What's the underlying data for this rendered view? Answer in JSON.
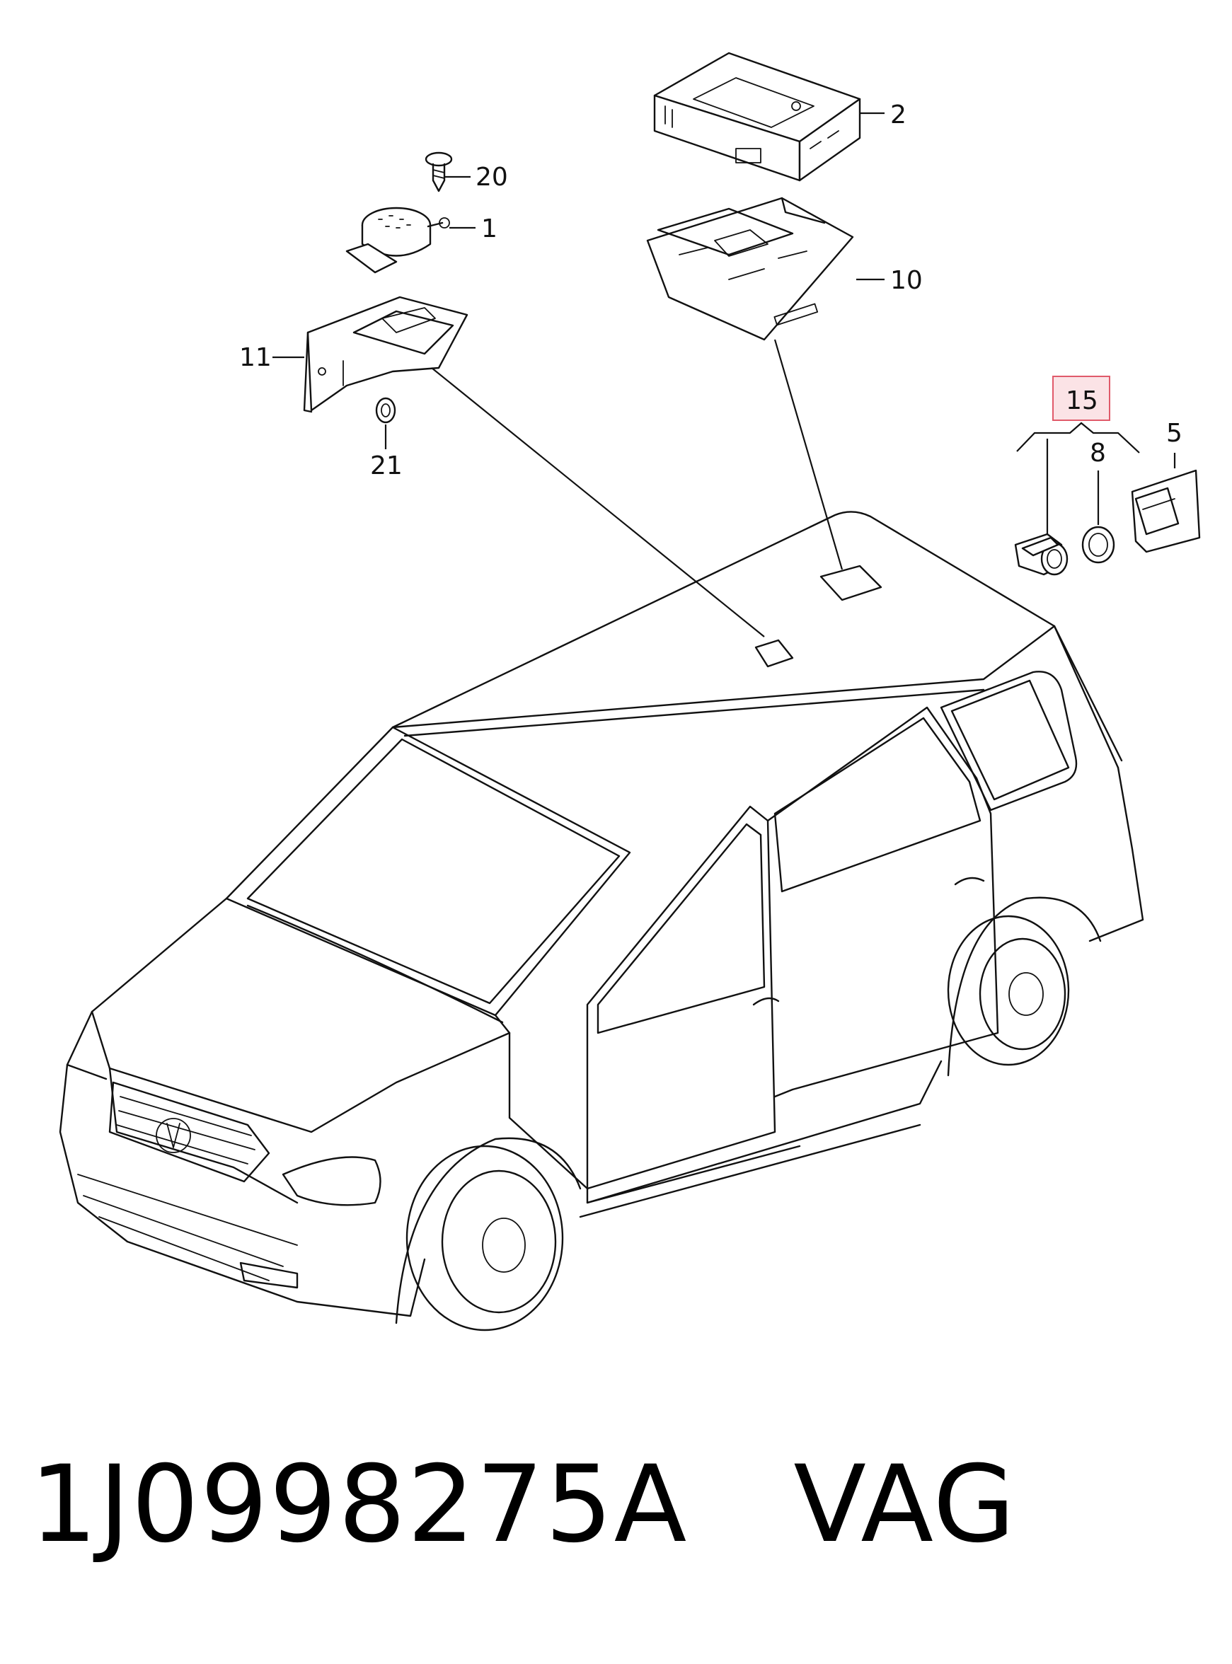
{
  "callouts": {
    "c1": "1",
    "c2": "2",
    "c5": "5",
    "c8": "8",
    "c10": "10",
    "c11": "11",
    "c15": "15",
    "c20": "20",
    "c21": "21"
  },
  "highlight": {
    "callout": "15",
    "color": "#e05a6a",
    "fill": "#fbe3e6"
  },
  "footer": {
    "part_number": "1J0998275A",
    "brand": "VAG"
  }
}
